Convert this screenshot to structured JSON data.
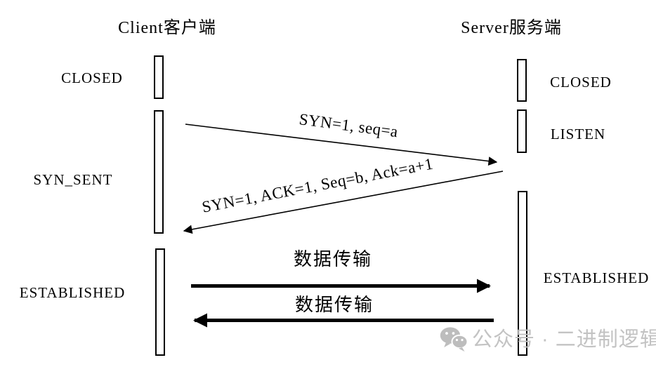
{
  "diagram": {
    "type": "tcp-three-way-handshake-sequence",
    "client": {
      "title": "Client客户端",
      "states": [
        {
          "label": "CLOSED"
        },
        {
          "label": "SYN_SENT"
        },
        {
          "label": "ESTABLISHED"
        }
      ]
    },
    "server": {
      "title": "Server服务端",
      "states": [
        {
          "label": "CLOSED"
        },
        {
          "label": "LISTEN"
        },
        {
          "label": "ESTABLISHED"
        }
      ]
    },
    "messages": [
      {
        "label": "SYN=1, seq=a",
        "direction": "client-to-server",
        "style": "thin"
      },
      {
        "label": "SYN=1, ACK=1, Seq=b, Ack=a+1",
        "direction": "server-to-client",
        "style": "thin"
      },
      {
        "label": "数据传输",
        "direction": "client-to-server",
        "style": "thick"
      },
      {
        "label": "数据传输",
        "direction": "server-to-client",
        "style": "thick"
      }
    ],
    "watermark": {
      "icon": "wechat-icon",
      "text": "公众号 · 二进制逻辑",
      "color": "#c3c3c3"
    },
    "colors": {
      "line": "#000000",
      "background": "#ffffff",
      "bar_fill": "#ffffff"
    }
  }
}
